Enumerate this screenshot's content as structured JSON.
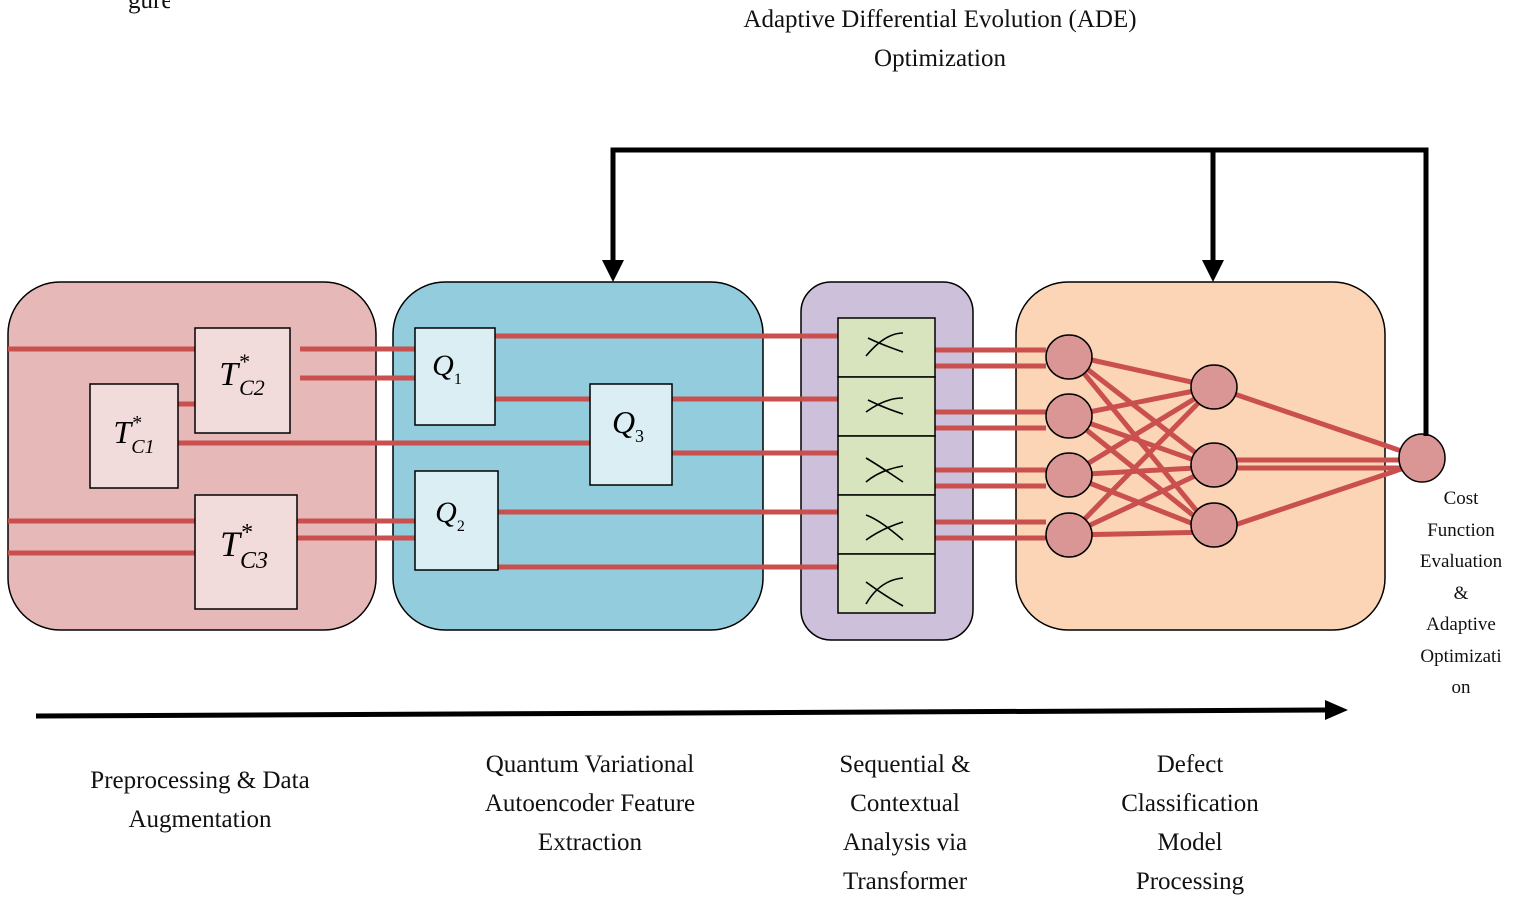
{
  "top_fragment": "gure",
  "title": [
    "Adaptive Differential Evolution (ADE)",
    "Optimization"
  ],
  "cost_label": [
    "Cost",
    "Function",
    "Evaluation",
    "&",
    "Adaptive",
    "Optimizati",
    "on"
  ],
  "stages": [
    {
      "id": "preprocessing",
      "lines": [
        "Preprocessing & Data",
        "Augmentation"
      ]
    },
    {
      "id": "qvae",
      "lines": [
        "Quantum Variational",
        "Autoencoder Feature",
        "Extraction"
      ]
    },
    {
      "id": "transformer",
      "lines": [
        "Sequential &",
        "Contextual",
        "Analysis via",
        "Transformer"
      ]
    },
    {
      "id": "classification",
      "lines": [
        "Defect",
        "Classification",
        "Model",
        "Processing"
      ]
    }
  ],
  "blocks": {
    "t1": {
      "base": "T",
      "sup": "*",
      "sub": "C1"
    },
    "t2": {
      "base": "T",
      "sup": "*",
      "sub": "C2"
    },
    "t3": {
      "base": "T",
      "sup": "*",
      "sub": "C3"
    },
    "q1": {
      "base": "Q",
      "sub": "1"
    },
    "q2": {
      "base": "Q",
      "sub": "2"
    },
    "q3": {
      "base": "Q",
      "sub": "3"
    }
  },
  "colors": {
    "wire": "#c9504f",
    "panel_pre": "#e6b8b7",
    "panel_pre_block": "#f2dcdb",
    "panel_qvae": "#93cddd",
    "panel_qvae_block": "#dbeef4",
    "panel_transformer": "#ccc0da",
    "transformer_cell": "#d7e4bd",
    "panel_classification": "#fbd5b5",
    "node": "#d99694",
    "arrow": "#000000"
  }
}
